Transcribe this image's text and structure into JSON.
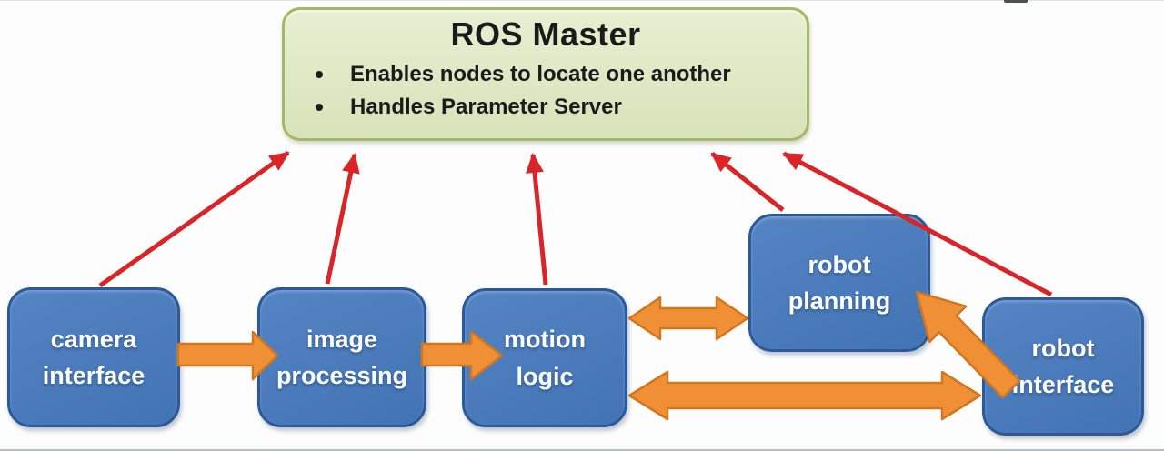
{
  "theme": {
    "bg": "#fdfdfd",
    "node-fill": "#5484c4",
    "node-fill2": "#4273b3",
    "node-border": "#2a5a9b",
    "node-text": "#ffffff",
    "master-fill": "#e7efd1",
    "master-fill2": "#d7e3b9",
    "master-border": "#a4b768",
    "master-text": "#1b1b1b",
    "orange": "#ef9036",
    "orange-border": "#d2761f",
    "red": "#d92428"
  },
  "master": {
    "title": "ROS Master",
    "bullets": [
      "Enables nodes to locate one another",
      "Handles Parameter Server"
    ]
  },
  "nodes": [
    {
      "id": "camera-interface",
      "label": "camera interface"
    },
    {
      "id": "image-processing",
      "label": "image processing"
    },
    {
      "id": "motion-logic",
      "label": "motion logic"
    },
    {
      "id": "robot-planning",
      "label": "robot planning"
    },
    {
      "id": "robot-interface",
      "label": "robot interface"
    }
  ],
  "edges": {
    "orange": [
      {
        "from": "camera-interface",
        "to": "image-processing",
        "type": "arrow"
      },
      {
        "from": "image-processing",
        "to": "motion-logic",
        "type": "arrow"
      },
      {
        "from": "motion-logic",
        "to": "robot-planning",
        "type": "double-arrow"
      },
      {
        "from": "motion-logic",
        "to": "robot-interface",
        "type": "double-arrow"
      },
      {
        "from": "robot-interface",
        "to": "robot-planning",
        "type": "arrow"
      }
    ],
    "red": [
      {
        "from": "camera-interface",
        "to": "ros-master"
      },
      {
        "from": "image-processing",
        "to": "ros-master"
      },
      {
        "from": "motion-logic",
        "to": "ros-master"
      },
      {
        "from": "robot-planning",
        "to": "ros-master"
      },
      {
        "from": "robot-interface",
        "to": "ros-master"
      }
    ]
  }
}
